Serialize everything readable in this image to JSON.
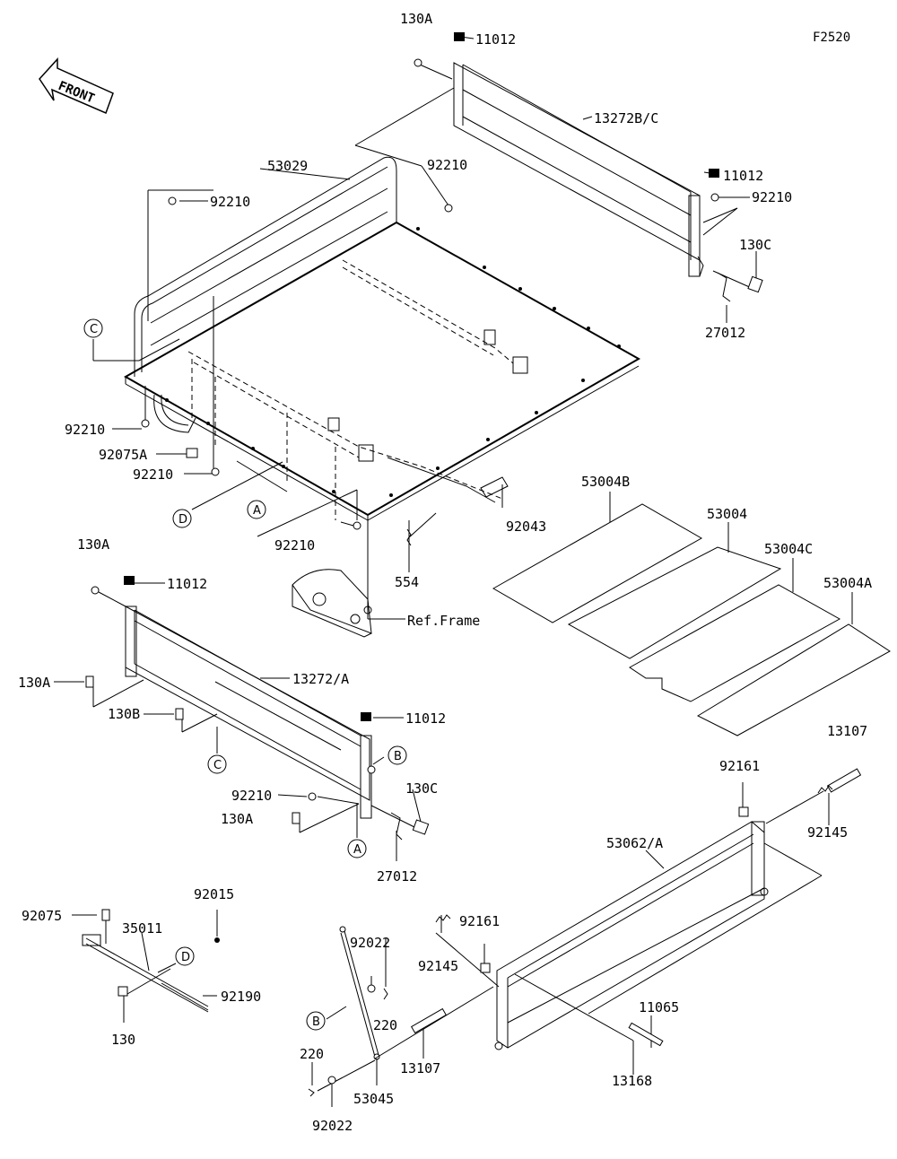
{
  "figure_code": "F2520",
  "front_label": "FRONT",
  "ref_frame_label": "Ref.Frame",
  "callouts": {
    "A": "A",
    "B": "B",
    "C": "C",
    "D": "D"
  },
  "parts": {
    "p130A_top": "130A",
    "p11012_top": "11012",
    "p13272BC": "13272B/C",
    "p92210_mid": "92210",
    "p11012_right": "11012",
    "p92210_right": "92210",
    "p130C_top": "130C",
    "p27012_top": "27012",
    "p53029": "53029",
    "p92210_upleft": "92210",
    "p92210_left": "92210",
    "p92075A": "92075A",
    "p92210_lower": "92210",
    "p92043": "92043",
    "p92210_bot": "92210",
    "p554": "554",
    "p53004B": "53004B",
    "p53004": "53004",
    "p53004C": "53004C",
    "p53004A": "53004A",
    "p130A_left": "130A",
    "p11012_left": "11012",
    "p13272A": "13272/A",
    "p130A_side": "130A",
    "p130B": "130B",
    "p11012_low": "11012",
    "p92210_low": "92210",
    "p130C_low": "130C",
    "p130A_low": "130A",
    "p27012_low": "27012",
    "p13107_top": "13107",
    "p92161_top": "92161",
    "p92145_top": "92145",
    "p53062A": "53062/A",
    "p92015": "92015",
    "p92075": "92075",
    "p35011": "35011",
    "p92190": "92190",
    "p130": "130",
    "p92022_top": "92022",
    "p92161_low": "92161",
    "p92145_low": "92145",
    "p11065": "11065",
    "p220_top": "220",
    "p13107_low": "13107",
    "p13168": "13168",
    "p220_low": "220",
    "p53045": "53045",
    "p92022_low": "92022"
  }
}
